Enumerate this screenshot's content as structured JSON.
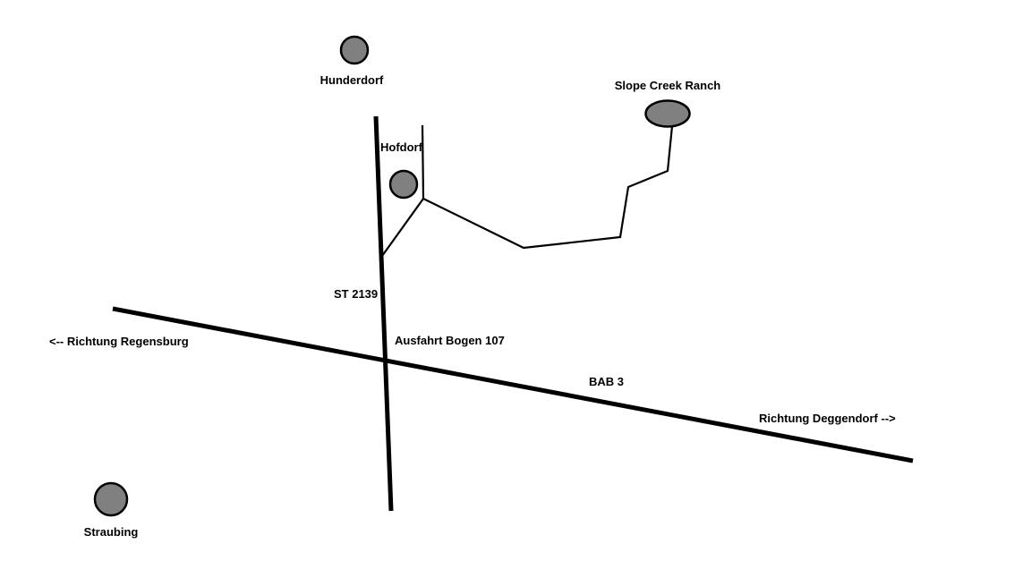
{
  "map": {
    "roads": {
      "bab3": {
        "label": "BAB 3"
      },
      "st2139": {
        "label": "ST 2139"
      },
      "exit": {
        "label": "Ausfahrt Bogen 107"
      }
    },
    "directions": {
      "west": "<-- Richtung Regensburg",
      "east": "Richtung Deggendorf -->"
    },
    "places": {
      "hunderdorf": "Hunderdorf",
      "hofdorf": "Hofdorf",
      "slope_creek_ranch": "Slope Creek Ranch",
      "straubing": "Straubing"
    },
    "colors": {
      "background": "#ffffff",
      "roads": "#000000",
      "town_fill": "#808080"
    }
  }
}
